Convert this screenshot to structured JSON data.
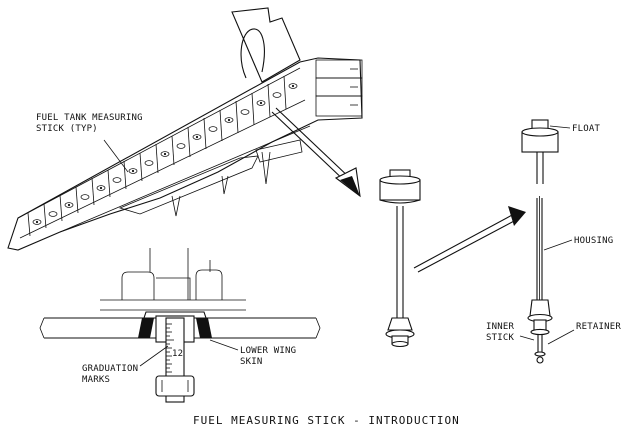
{
  "labels": {
    "tank_stick_line1": "FUEL TANK MEASURING",
    "tank_stick_line2": "STICK (TYP)",
    "float": "FLOAT",
    "housing": "HOUSING",
    "inner_stick_line1": "INNER",
    "inner_stick_line2": "STICK",
    "retainer": "RETAINER",
    "graduation_line1": "GRADUATION",
    "graduation_line2": "MARKS",
    "lower_wing_line1": "LOWER WING",
    "lower_wing_line2": "SKIN",
    "graduation_number": "12"
  },
  "title": "FUEL MEASURING STICK - INTRODUCTION"
}
